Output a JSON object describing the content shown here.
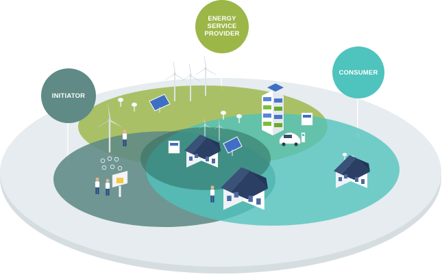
{
  "labels": {
    "initiator": "INITIATOR",
    "energy_service_provider": "ENERGY\nSERVICE\nPROVIDER",
    "consumer": "CONSUMER"
  },
  "colors": {
    "platform_outer": "#e6ecef",
    "platform_edge": "#d3dbdf",
    "initiator": "#5f8a85",
    "energy_service_provider": "#9cb648",
    "consumer": "#4fc3bd",
    "overlap_core": "#2f6e62",
    "house_roof": "#2a3f63",
    "house_wall": "#ffffff"
  },
  "icons": [
    "wind-turbine-icon",
    "solar-panel-icon",
    "house-icon",
    "vertical-farm-building-icon",
    "electric-car-icon",
    "charging-station-icon",
    "person-icon",
    "info-kiosk-icon",
    "light-pole-icon"
  ]
}
